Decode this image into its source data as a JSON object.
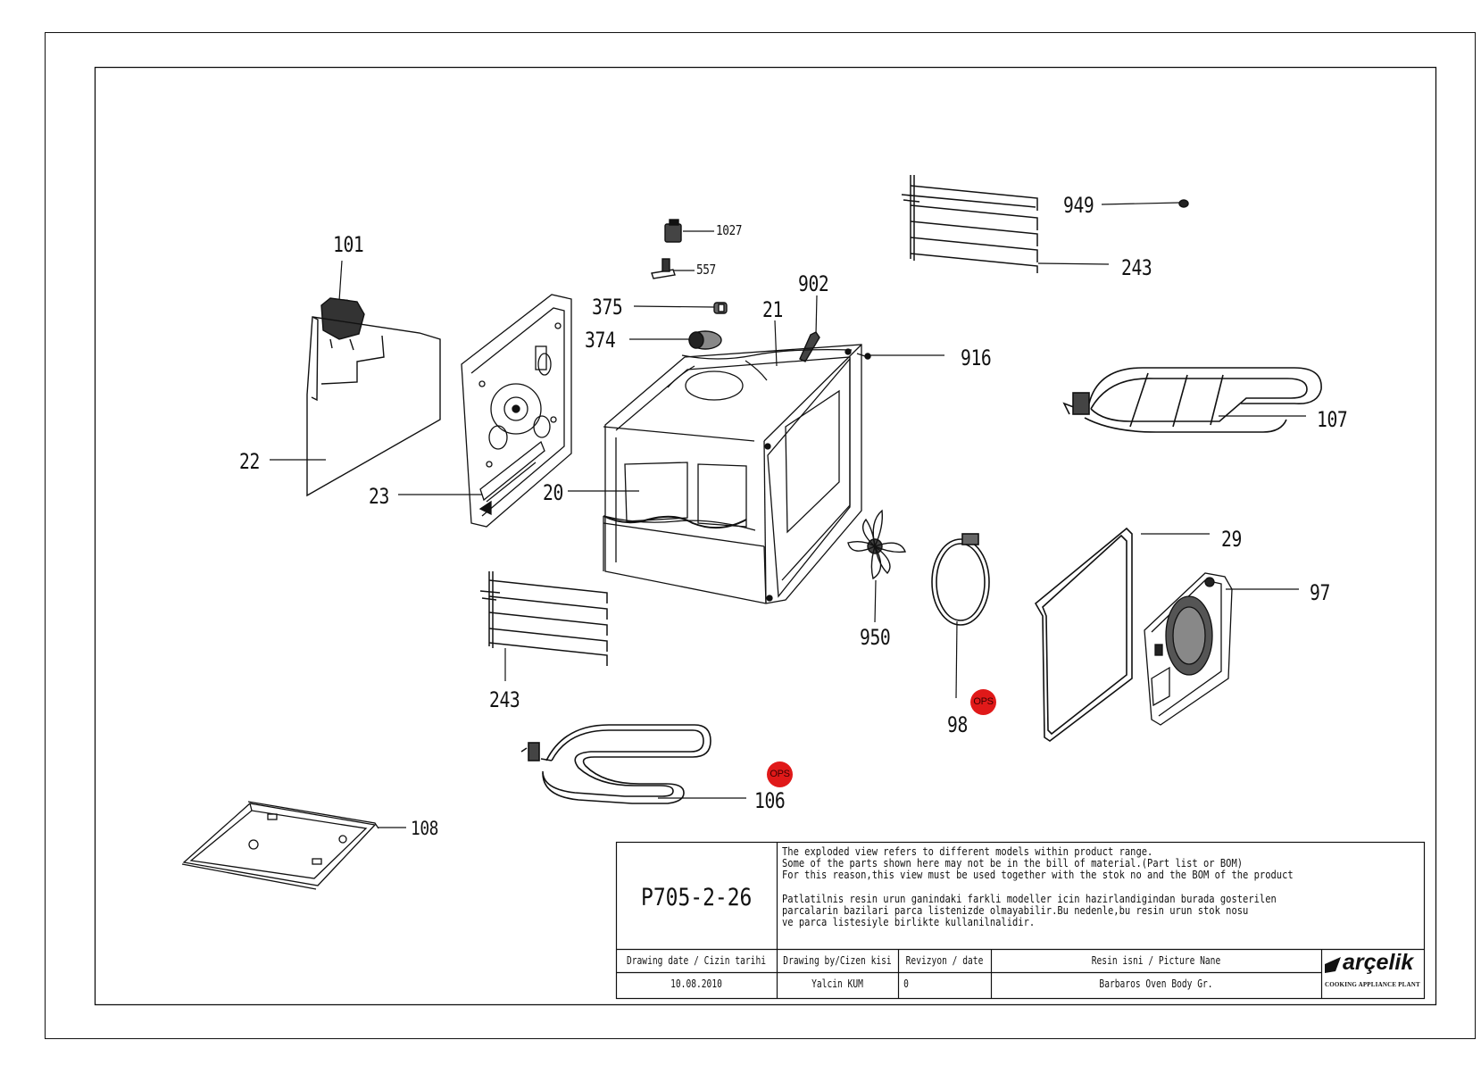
{
  "callouts": [
    {
      "id": "101",
      "text": "101"
    },
    {
      "id": "1027",
      "text": "1027"
    },
    {
      "id": "557",
      "text": "557"
    },
    {
      "id": "375",
      "text": "375"
    },
    {
      "id": "374",
      "text": "374"
    },
    {
      "id": "21",
      "text": "21"
    },
    {
      "id": "902",
      "text": "902"
    },
    {
      "id": "916",
      "text": "916"
    },
    {
      "id": "949",
      "text": "949"
    },
    {
      "id": "243a",
      "text": "243"
    },
    {
      "id": "107",
      "text": "107"
    },
    {
      "id": "22",
      "text": "22"
    },
    {
      "id": "23",
      "text": "23"
    },
    {
      "id": "20",
      "text": "20"
    },
    {
      "id": "29",
      "text": "29"
    },
    {
      "id": "97",
      "text": "97"
    },
    {
      "id": "950",
      "text": "950"
    },
    {
      "id": "243b",
      "text": "243"
    },
    {
      "id": "98",
      "text": "98"
    },
    {
      "id": "106",
      "text": "106"
    },
    {
      "id": "108",
      "text": "108"
    }
  ],
  "ops_badges": [
    "OPS",
    "OPS"
  ],
  "title_block": {
    "drawing_code": "P705-2-26",
    "notice_en": [
      "The exploded view refers to different models within product range.",
      "Some of the parts shown here may not be in the bill of material.(Part list or BOM)",
      "For this reason,this view must be used together with the stok no and the BOM of the product"
    ],
    "notice_tr": [
      "Patlatilnis resin urun ganindaki farkli modeller icin hazirlandigindan burada gosterilen",
      "parcalarin bazilari parca listenizde olmayabilir.Bu nedenle,bu resin urun stok nosu",
      "ve parca listesiyle birlikte kullanilnalidir."
    ],
    "headers": {
      "date": "Drawing date / Cizin tarihi",
      "by": "Drawing by/Cizen kisi",
      "rev": "Revizyon / date",
      "name": "Resin isni / Picture Nane"
    },
    "values": {
      "date": "10.08.2010",
      "by": "Yalcin KUM",
      "rev": "0",
      "name": "Barbaros Oven Body Gr."
    },
    "brand": "arçelik",
    "plant": "COOKING APPLIANCE PLANT"
  }
}
